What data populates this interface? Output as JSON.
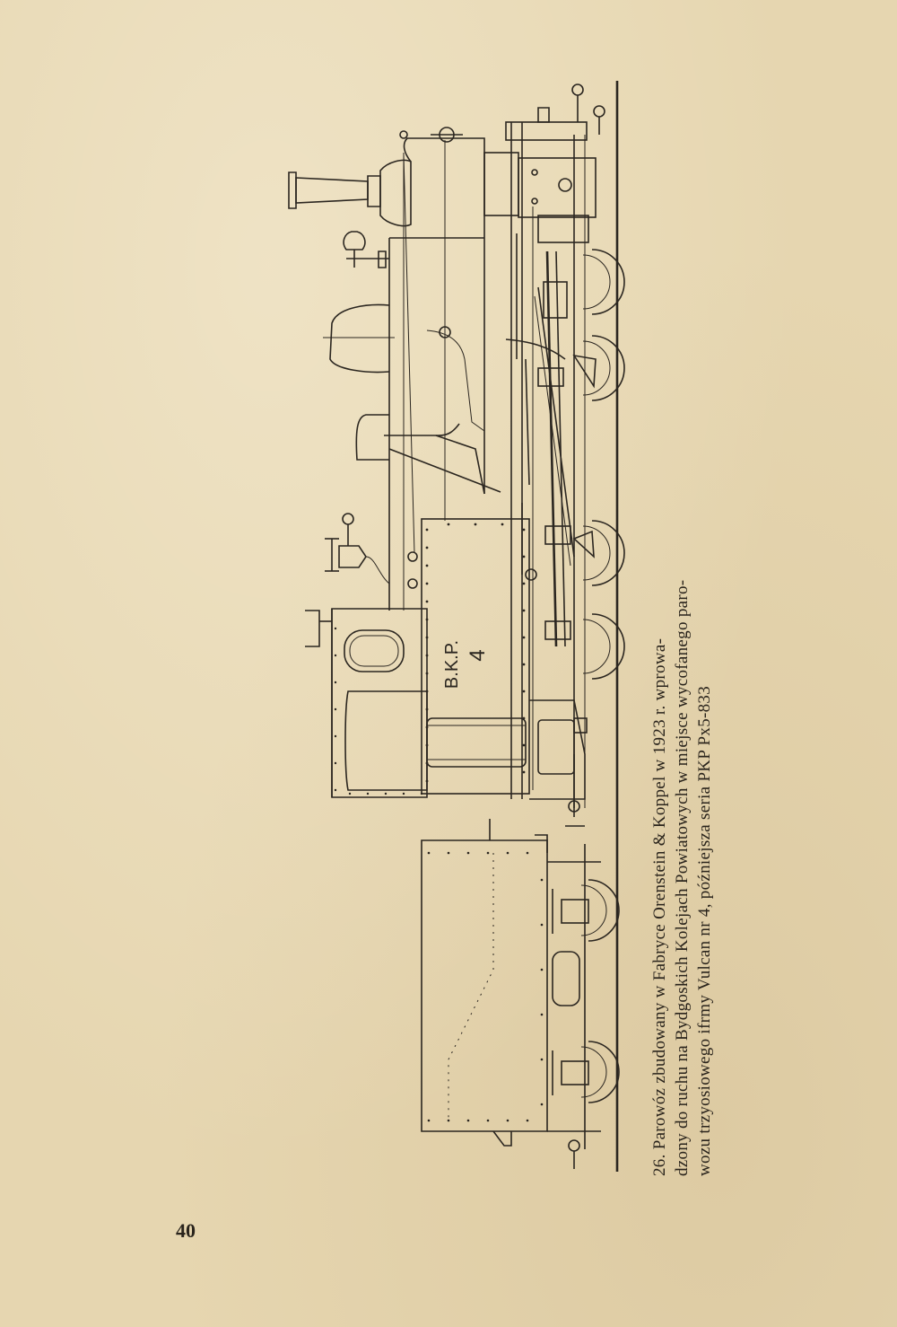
{
  "page": {
    "page_number": "40"
  },
  "figure": {
    "plate_text_line1": "B.K.P.",
    "plate_text_line2": "4",
    "caption": "26. Parowóz zbudowany w Fabryce Orenstein & Koppel w 1923 r. wprowa-\ndzony do ruchu na Bydgoskich Kolejach Powiatowych w miejsce wycofanego paro-\nwozu trzyosiowego ifrmy Vulcan nr 4, późniejsza seria PKP Px5-833"
  }
}
